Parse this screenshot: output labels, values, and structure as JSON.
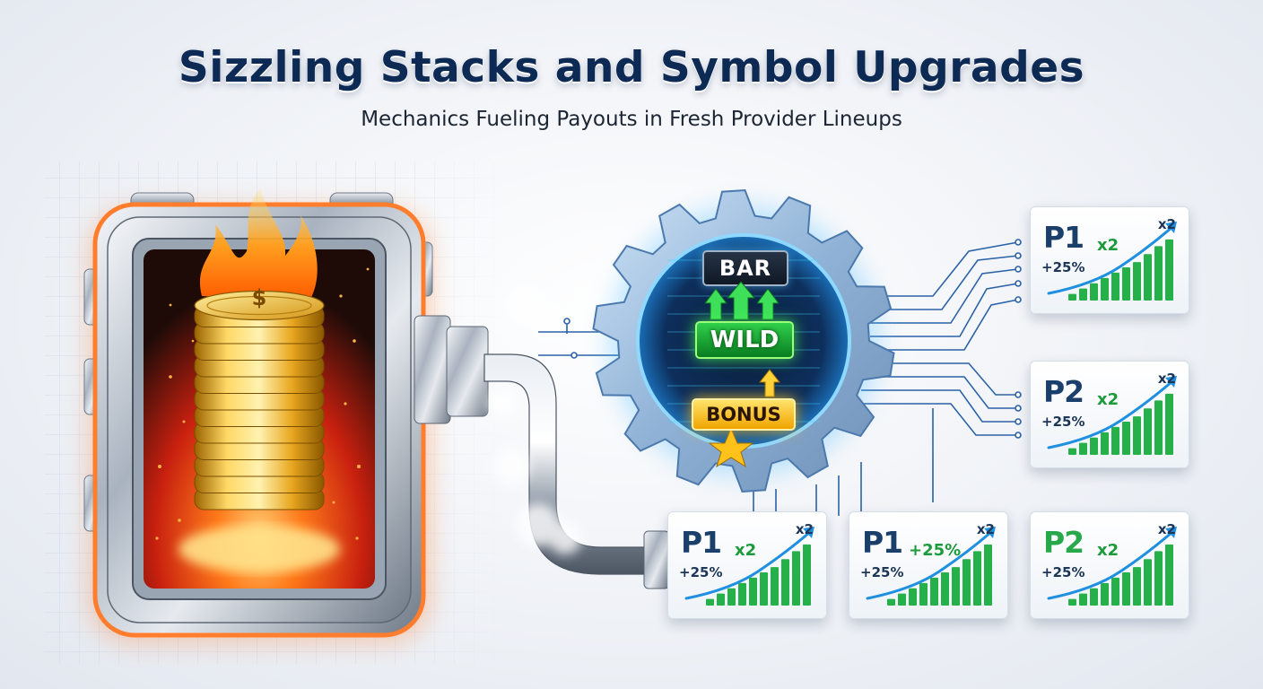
{
  "header": {
    "title": "Sizzling Stacks and Symbol Upgrades",
    "subtitle": "Mechanics Fueling Payouts in Fresh Provider Lineups"
  },
  "furnace": {
    "coin_symbol": "$",
    "icon": "coin-stack-furnace"
  },
  "gear": {
    "icon": "gear",
    "symbols": [
      {
        "label": "BAR"
      },
      {
        "label": "WILD"
      },
      {
        "label": "BONUS"
      }
    ]
  },
  "cards": [
    {
      "provider": "P1",
      "boost": "+25%",
      "mult_mid": "x2",
      "mult_top": "x2",
      "bars": [
        0.1,
        0.18,
        0.26,
        0.34,
        0.42,
        0.5,
        0.58,
        0.7,
        0.82,
        0.92
      ]
    },
    {
      "provider": "P2",
      "boost": "+25%",
      "mult_mid": "x2",
      "mult_top": "x2",
      "bars": [
        0.1,
        0.18,
        0.26,
        0.34,
        0.42,
        0.5,
        0.58,
        0.7,
        0.82,
        0.92
      ]
    },
    {
      "provider": "P1",
      "boost": "+25%",
      "mult_mid": "x2",
      "mult_top": "x2",
      "bars": [
        0.1,
        0.18,
        0.26,
        0.34,
        0.42,
        0.5,
        0.58,
        0.7,
        0.82,
        0.92
      ]
    },
    {
      "provider": "P1",
      "boost": "+25%",
      "mult_mid": "+25%",
      "mult_top": "x2",
      "bars": [
        0.1,
        0.18,
        0.26,
        0.34,
        0.42,
        0.5,
        0.58,
        0.7,
        0.82,
        0.92
      ]
    },
    {
      "provider": "P2",
      "boost": "+25%",
      "mult_mid": "x2",
      "mult_top": "x2",
      "bars": [
        0.1,
        0.18,
        0.26,
        0.34,
        0.42,
        0.5,
        0.58,
        0.7,
        0.82,
        0.92
      ]
    }
  ],
  "colors": {
    "title": "#0d2a55",
    "provider_p1": "#1b3f6b",
    "provider_p2": "#1b3f6b",
    "provider_green": "#27a84a",
    "bar_green": "#25b04a",
    "arrow_blue": "#1f8fe0",
    "furnace_glow": "#ff6a1a",
    "gear_glow": "#3fb6ff"
  }
}
